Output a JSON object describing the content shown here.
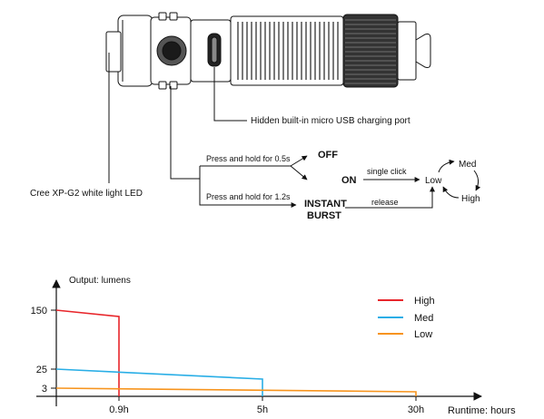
{
  "diagram": {
    "labels": {
      "usb_port": "Hidden built-in micro USB charging port",
      "led": "Cree XP-G2 white light LED",
      "hold_short": "Press and hold for 0.5s",
      "hold_long": "Press and hold for 1.2s",
      "off": "OFF",
      "on": "ON",
      "instant": "INSTANT",
      "burst": "BURST",
      "single_click": "single click",
      "release": "release",
      "low": "Low",
      "med": "Med",
      "high": "High"
    }
  },
  "colors": {
    "high": "#e8262b",
    "med": "#29aee6",
    "low": "#f7941d",
    "ink": "#111111"
  },
  "chart_data": {
    "type": "line",
    "ylabel": "Output: lumens",
    "xlabel": "Runtime: hours",
    "x_ticks": [
      "0.9h",
      "5h",
      "30h"
    ],
    "y_ticks": [
      "150",
      "25",
      "3"
    ],
    "legend_position": "top-right",
    "series": [
      {
        "name": "High",
        "color": "#e8262b",
        "points": [
          [
            "0h",
            150
          ],
          [
            "0.9h",
            142
          ],
          [
            "0.9h",
            0
          ]
        ]
      },
      {
        "name": "Med",
        "color": "#29aee6",
        "points": [
          [
            "0h",
            25
          ],
          [
            "5h",
            17
          ],
          [
            "5h",
            0
          ]
        ]
      },
      {
        "name": "Low",
        "color": "#f7941d",
        "points": [
          [
            "0h",
            3
          ],
          [
            "30h",
            1.5
          ],
          [
            "30h",
            0
          ]
        ]
      }
    ]
  }
}
